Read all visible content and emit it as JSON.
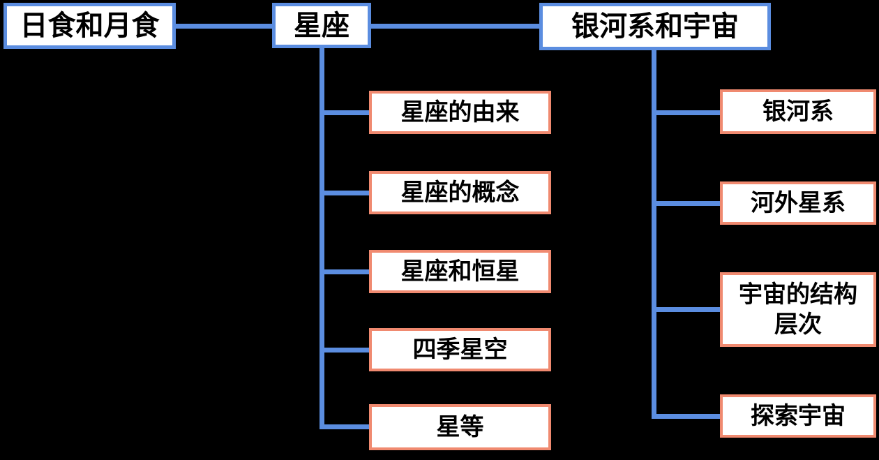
{
  "canvas": {
    "background": "#000000"
  },
  "colors": {
    "root_border": "#5b8de0",
    "connector": "#5b8de0",
    "child_border": "#f08a70",
    "box_fill": "#ffffff",
    "text": "#000000"
  },
  "nodes": {
    "eclipse": {
      "label": "日食和月食"
    },
    "constellation": {
      "label": "星座"
    },
    "galaxy": {
      "label": "银河系和宇宙"
    }
  },
  "constellation_children": [
    "星座的由来",
    "星座的概念",
    "星座和恒星",
    "四季星空",
    "星等"
  ],
  "galaxy_children": [
    "银河系",
    "河外星系",
    "宇宙的结构层次",
    "探索宇宙"
  ]
}
